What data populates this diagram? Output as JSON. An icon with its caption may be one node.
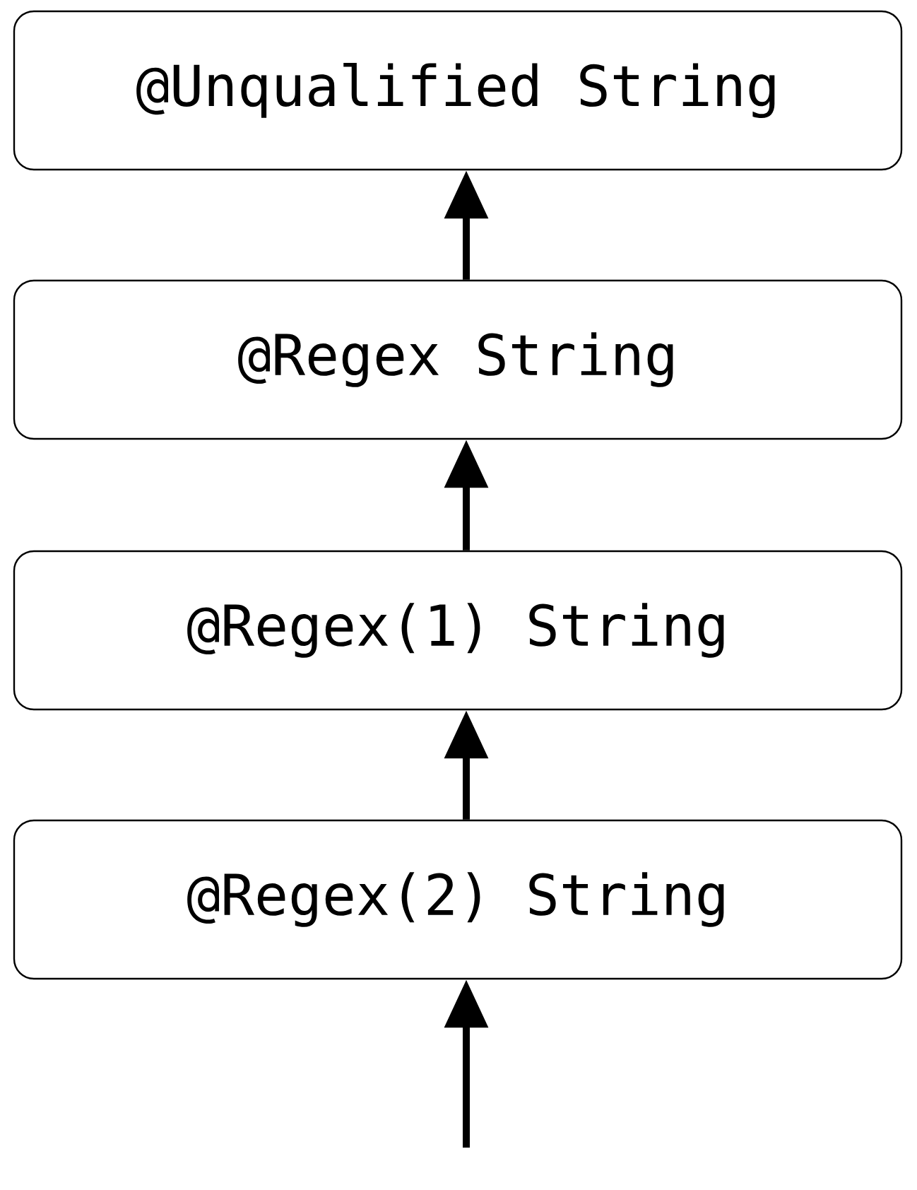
{
  "diagram": {
    "nodes": [
      {
        "text": [
          "@Unqualified String"
        ]
      },
      {
        "text": [
          "@Regex String"
        ]
      },
      {
        "text": [
          "@Regex(1) String"
        ]
      },
      {
        "text": [
          "@Regex(2) String"
        ]
      }
    ],
    "edges": [
      {
        "from": 1,
        "to": 0,
        "arrow": "to"
      },
      {
        "from": 2,
        "to": 1,
        "arrow": "to"
      },
      {
        "from": 3,
        "to": 2,
        "arrow": "to"
      },
      {
        "from": null,
        "to": 3,
        "arrow": "to"
      }
    ]
  }
}
